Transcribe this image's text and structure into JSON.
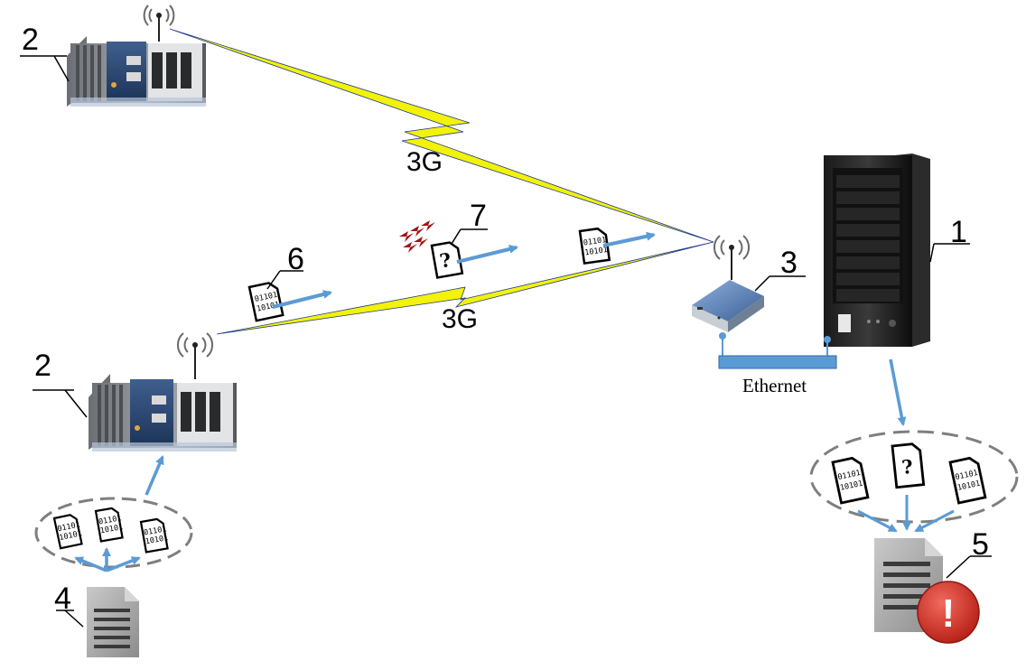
{
  "callouts": {
    "server": "1",
    "device_top": "2",
    "device_bottom": "2",
    "router": "3",
    "source_file": "4",
    "corrupted_file": "5",
    "data_packet": "6",
    "attacked_packet": "7"
  },
  "links": {
    "upper_wireless": "3G",
    "lower_wireless": "3G",
    "wired": "Ethernet"
  },
  "packets": {
    "payload_line1": "01101",
    "payload_line2": "10101",
    "unknown_marker": "?",
    "error_marker": "!"
  },
  "colors": {
    "lightning_fill": "#f2f20a",
    "lightning_edge": "#1f3a8a",
    "arrow": "#5b9bd5",
    "dashed_group": "#7f7f7f",
    "ethernet_bar": "#5b9bd5",
    "error_badge": "#d42e24",
    "interference": "#a11414",
    "document_grey": "#9a9a9a"
  },
  "icons": [
    "server-tower-icon",
    "daq-device-icon",
    "wireless-router-icon",
    "antenna-icon",
    "data-packet-icon",
    "document-icon",
    "error-badge-icon",
    "interference-icon"
  ]
}
